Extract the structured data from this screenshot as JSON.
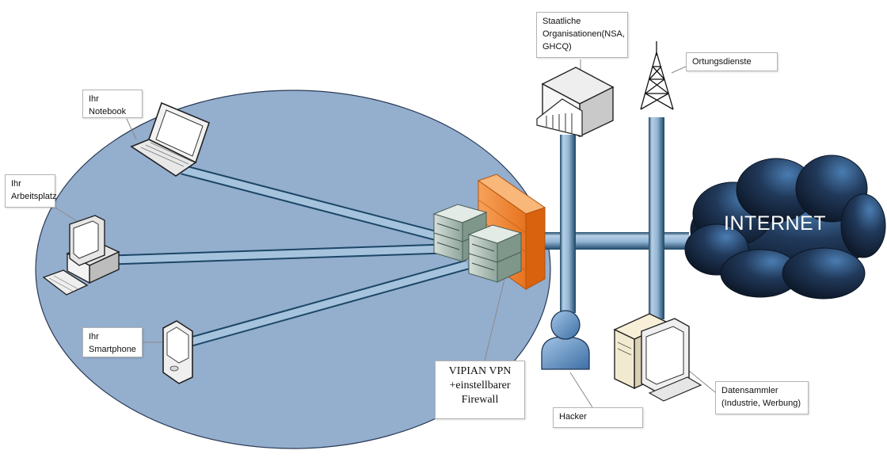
{
  "labels": {
    "notebook": "Ihr Notebook",
    "workstation": "Ihr\nArbeitsplatz",
    "smartphone": "Ihr\nSmartphone",
    "vpn": "VIPIAN VPN\n+einstellbarer\nFirewall",
    "government": "Staatliche\nOrganisationen(NSA,\nGHCQ)",
    "location": "Ortungsdienste",
    "hacker": "Hacker",
    "collector": "Datensammler\n(Industrie, Werbung)",
    "internet": "INTERNET"
  },
  "colors": {
    "ellipse_fill": "#94aece",
    "pipe": "#a6c3de",
    "firewall": "#f08a3a",
    "cloud": "#1c2d44"
  }
}
